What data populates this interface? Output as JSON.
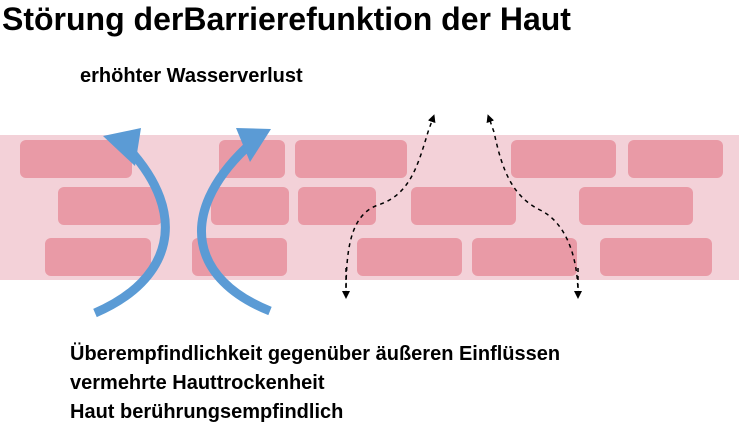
{
  "title": "Störung derBarrierefunktion der Haut",
  "loss_label": "erhöhter Wasserverlust",
  "effects": [
    "Überempfindlichkeit gegenüber äußeren Einflüssen",
    "vermehrte Hauttrockenheit",
    "Haut berührungsempfindlich"
  ],
  "colors": {
    "skin_band": "#f3d1d8",
    "cell": "#e99aa6",
    "arrow": "#5b9bd5",
    "path": "#000000"
  },
  "icons": [
    "curved-arrow-icon",
    "dashed-arrow-icon"
  ]
}
